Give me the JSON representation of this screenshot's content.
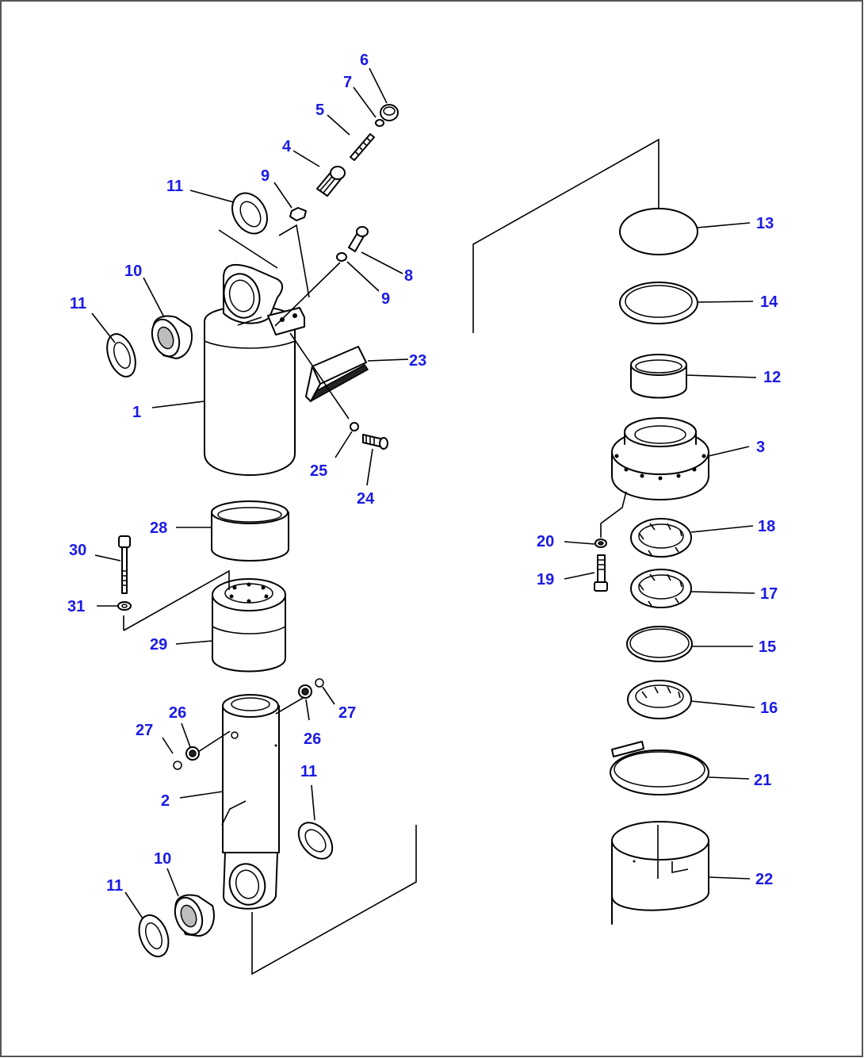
{
  "diagram": {
    "colors": {
      "callout": "#1a1ae6",
      "line": "#000000",
      "background": "#ffffff",
      "frame": "#555555"
    },
    "callouts": [
      {
        "id": "c6",
        "label": "6"
      },
      {
        "id": "c7",
        "label": "7"
      },
      {
        "id": "c5",
        "label": "5"
      },
      {
        "id": "c4",
        "label": "4"
      },
      {
        "id": "c9a",
        "label": "9"
      },
      {
        "id": "c11a",
        "label": "11"
      },
      {
        "id": "c8",
        "label": "8"
      },
      {
        "id": "c9b",
        "label": "9"
      },
      {
        "id": "c10a",
        "label": "10"
      },
      {
        "id": "c11b",
        "label": "11"
      },
      {
        "id": "c23",
        "label": "23"
      },
      {
        "id": "c1",
        "label": "1"
      },
      {
        "id": "c25",
        "label": "25"
      },
      {
        "id": "c24",
        "label": "24"
      },
      {
        "id": "c28",
        "label": "28"
      },
      {
        "id": "c30",
        "label": "30"
      },
      {
        "id": "c31",
        "label": "31"
      },
      {
        "id": "c29",
        "label": "29"
      },
      {
        "id": "c26a",
        "label": "26"
      },
      {
        "id": "c27a",
        "label": "27"
      },
      {
        "id": "c26b",
        "label": "26"
      },
      {
        "id": "c27b",
        "label": "27"
      },
      {
        "id": "c11c",
        "label": "11"
      },
      {
        "id": "c2",
        "label": "2"
      },
      {
        "id": "c10b",
        "label": "10"
      },
      {
        "id": "c11d",
        "label": "11"
      },
      {
        "id": "c13",
        "label": "13"
      },
      {
        "id": "c14",
        "label": "14"
      },
      {
        "id": "c12",
        "label": "12"
      },
      {
        "id": "c3",
        "label": "3"
      },
      {
        "id": "c20",
        "label": "20"
      },
      {
        "id": "c18",
        "label": "18"
      },
      {
        "id": "c19",
        "label": "19"
      },
      {
        "id": "c17",
        "label": "17"
      },
      {
        "id": "c15",
        "label": "15"
      },
      {
        "id": "c16",
        "label": "16"
      },
      {
        "id": "c21",
        "label": "21"
      },
      {
        "id": "c22",
        "label": "22"
      }
    ]
  }
}
